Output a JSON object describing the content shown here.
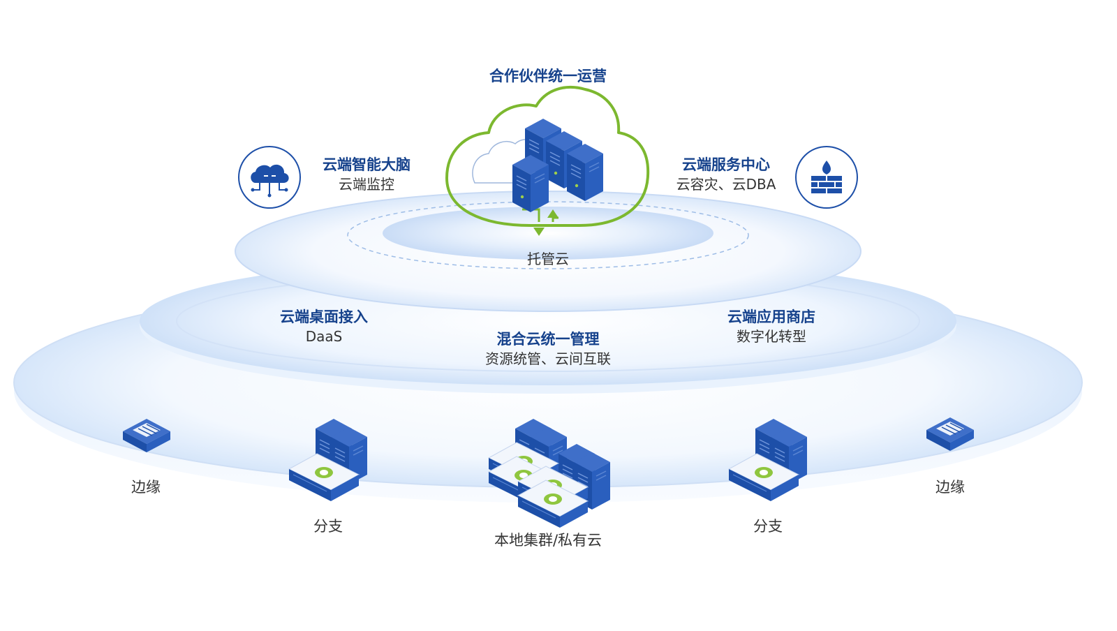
{
  "colors": {
    "title_blue": "#16428c",
    "text_dark": "#333333",
    "cloud_green": "#7cb82f",
    "server_blue": "#1d4fa8",
    "server_light": "#3567c4",
    "ring_blue": "#dbe9fb"
  },
  "top": {
    "title": "合作伙伴统一运营"
  },
  "hosted_cloud": {
    "label": "托管云"
  },
  "left_feature": {
    "title": "云端智能大脑",
    "sub": "云端监控",
    "icon": "cloud-network-icon"
  },
  "right_feature": {
    "title": "云端服务中心",
    "sub": "云容灾、云DBA",
    "icon": "firewall-icon"
  },
  "desktop": {
    "title": "云端桌面接入",
    "sub": "DaaS"
  },
  "hybrid": {
    "title": "混合云统一管理",
    "sub": "资源统管、云间互联"
  },
  "appstore": {
    "title": "云端应用商店",
    "sub": "数字化转型"
  },
  "nodes": {
    "edge_left": "边缘",
    "branch_left": "分支",
    "local": "本地集群/私有云",
    "branch_right": "分支",
    "edge_right": "边缘"
  }
}
